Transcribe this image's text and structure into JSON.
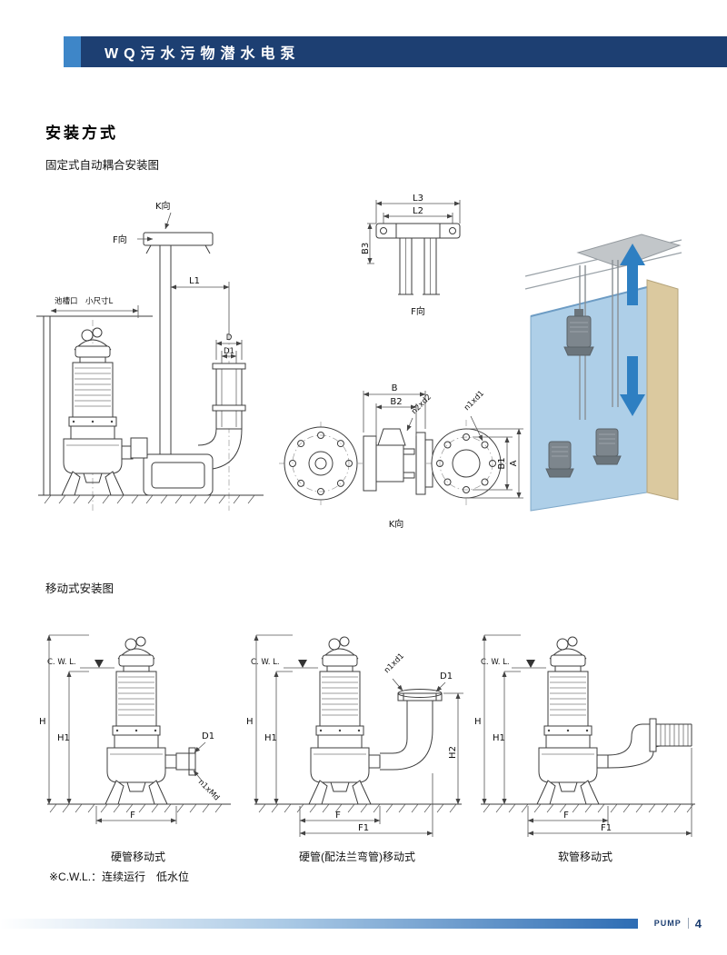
{
  "header": {
    "title": "WQ污水污物潜水电泵"
  },
  "sections": {
    "main_title": "安装方式",
    "fixed_subtitle": "固定式自动耦合安装图",
    "mobile_subtitle": "移动式安装图",
    "cwl_note": "※C.W.L.：连续运行　低水位"
  },
  "fixed_diagram": {
    "k_view": "K向",
    "f_view": "F向",
    "l1": "L1",
    "tank_label": "池槽口　小尺寸L",
    "d": "D",
    "d1": "D1"
  },
  "bracket_view": {
    "l3": "L3",
    "l2": "L2",
    "b3": "B3",
    "f_view": "F向"
  },
  "coupling_view": {
    "b": "B",
    "b2": "B2",
    "n2xd2": "n2xd2",
    "n1xd1": "n1xd1",
    "b1": "B1",
    "a": "A",
    "k_view": "K向"
  },
  "mobile": {
    "pumps": [
      {
        "caption": "硬管移动式",
        "cwl": "C. W. L.",
        "h": "H",
        "h1": "H1",
        "d1": "D1",
        "n_label": "n1xMd",
        "f": "F"
      },
      {
        "caption": "硬管(配法兰弯管)移动式",
        "cwl": "C. W. L.",
        "h": "H",
        "h1": "H1",
        "n_label": "n1xd1",
        "d1": "D1",
        "h2": "H2",
        "f": "F",
        "f1": "F1"
      },
      {
        "caption": "软管移动式",
        "cwl": "C. W. L.",
        "h": "H",
        "h1": "H1",
        "f": "F",
        "f1": "F1"
      }
    ]
  },
  "footer": {
    "brand": "PUMP",
    "page_number": "4"
  },
  "colors": {
    "header_navy": "#1d3f72",
    "header_accent": "#3e86c8",
    "footer_blue": "#2e6db4",
    "water_blue": "#aecfe8",
    "wall_tan": "#dbc99f",
    "arrow_blue": "#2e7fc2"
  }
}
